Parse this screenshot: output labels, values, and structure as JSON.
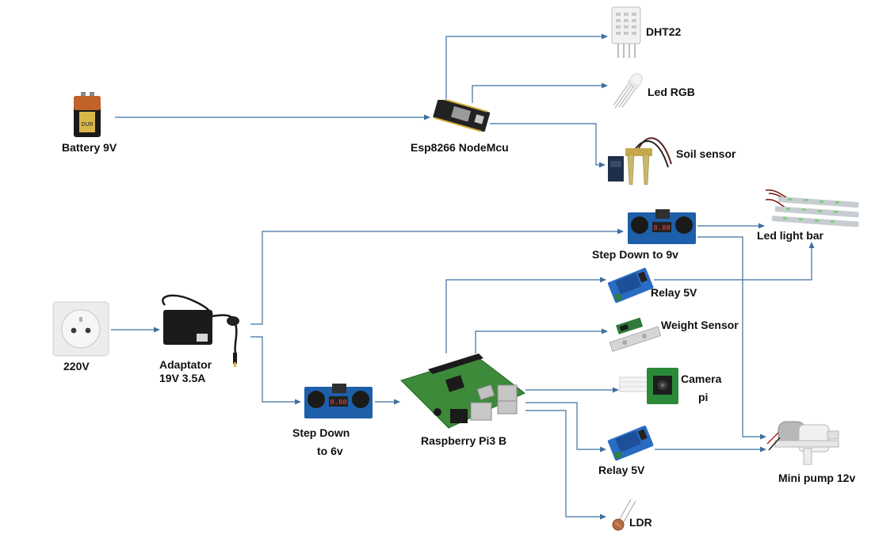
{
  "colors": {
    "wire": "#3f6fa0",
    "board_blue": "#1d5fa8",
    "pi_green": "#3c8a3a",
    "relay_blue": "#2a6cc4",
    "led_green": "#7fcf7f"
  },
  "components": {
    "battery": {
      "label": "Battery 9V",
      "icon": "battery-icon"
    },
    "nodemcu": {
      "label": "Esp8266 NodeMcu",
      "icon": "microcontroller-board-icon"
    },
    "dht22": {
      "label": "DHT22",
      "icon": "temperature-humidity-sensor-icon"
    },
    "led_rgb": {
      "label": "Led RGB",
      "icon": "led-icon"
    },
    "soil": {
      "label": "Soil sensor",
      "icon": "soil-moisture-probe-icon"
    },
    "outlet": {
      "label": "220V",
      "icon": "power-outlet-icon"
    },
    "adaptor": {
      "label_line1": "Adaptator",
      "label_line2": "19V 3.5A",
      "icon": "power-adapter-icon"
    },
    "stepdown9": {
      "label": "Step Down to 9v",
      "icon": "buck-converter-icon"
    },
    "stepdown6": {
      "label_line1": "Step Down",
      "label_line2": "to 6v",
      "icon": "buck-converter-icon"
    },
    "led_bar": {
      "label": "Led light bar",
      "icon": "led-strip-icon"
    },
    "relay_top": {
      "label": "Relay 5V",
      "icon": "relay-module-icon"
    },
    "weight": {
      "label": "Weight Sensor",
      "icon": "load-cell-icon"
    },
    "camera": {
      "label_line1": "Camera",
      "label_line2": "pi",
      "icon": "camera-module-icon"
    },
    "rpi": {
      "label": "Raspberry Pi3 B",
      "icon": "raspberry-pi-board-icon"
    },
    "relay_bot": {
      "label": "Relay 5V",
      "icon": "relay-module-icon"
    },
    "pump": {
      "label": "Mini pump 12v",
      "icon": "water-pump-icon"
    },
    "ldr": {
      "label": "LDR",
      "icon": "photoresistor-icon"
    }
  }
}
